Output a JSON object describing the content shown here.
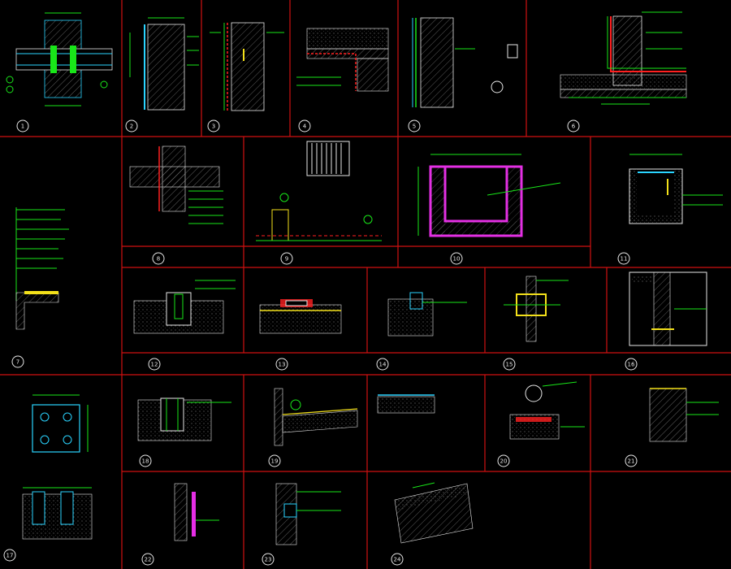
{
  "sheet": {
    "background": "#000000",
    "frame_color": "#d01010",
    "line_colors": {
      "green": "#19e619",
      "white": "#e6e6e6",
      "cyan": "#2ad4ff",
      "magenta": "#e52ee5",
      "yellow": "#f3e01a",
      "red": "#ff2020"
    }
  },
  "details": [
    {
      "no": "1"
    },
    {
      "no": "2"
    },
    {
      "no": "3"
    },
    {
      "no": "4"
    },
    {
      "no": "5"
    },
    {
      "no": "6"
    },
    {
      "no": "7"
    },
    {
      "no": "8"
    },
    {
      "no": "9"
    },
    {
      "no": "10"
    },
    {
      "no": "11"
    },
    {
      "no": "12"
    },
    {
      "no": "13"
    },
    {
      "no": "14"
    },
    {
      "no": "15"
    },
    {
      "no": "16"
    },
    {
      "no": "17"
    },
    {
      "no": "18"
    },
    {
      "no": "19"
    },
    {
      "no": "20"
    },
    {
      "no": "21"
    },
    {
      "no": "22"
    },
    {
      "no": "23"
    },
    {
      "no": "24"
    }
  ]
}
